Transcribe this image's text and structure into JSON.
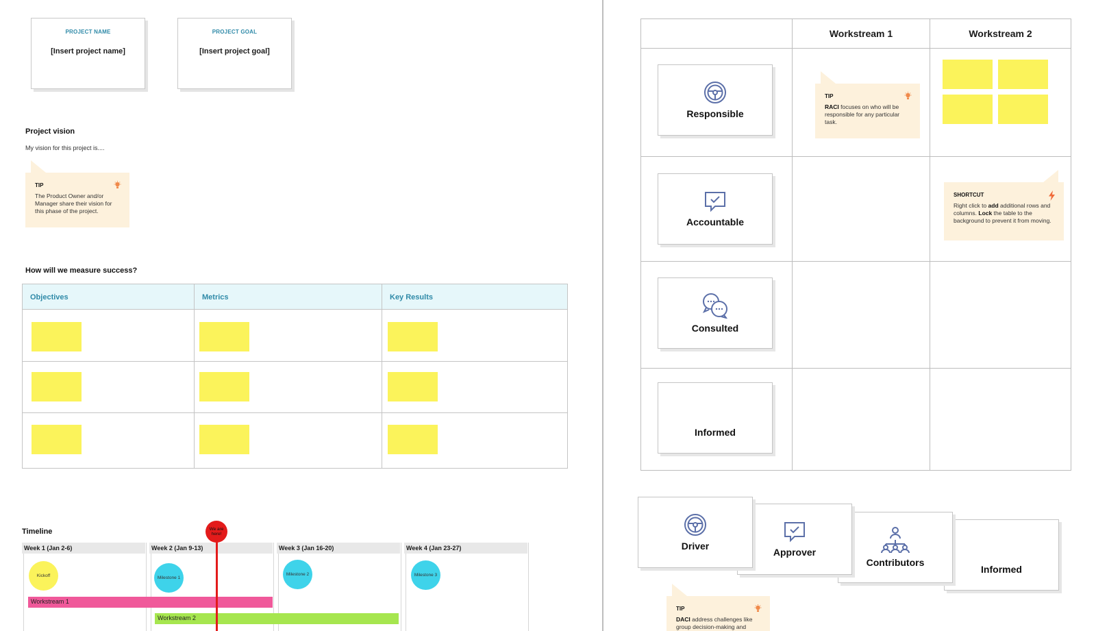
{
  "project": {
    "name_label": "PROJECT NAME",
    "name_value": "[Insert project name]",
    "goal_label": "PROJECT GOAL",
    "goal_value": "[Insert project goal]"
  },
  "vision": {
    "heading": "Project vision",
    "text": "My vision for this project is....",
    "tip_title": "TIP",
    "tip_body": "The Product Owner and/or Manager share their vision for this phase of the project."
  },
  "success": {
    "heading": "How will we measure success?",
    "columns": [
      "Objectives",
      "Metrics",
      "Key Results"
    ]
  },
  "timeline": {
    "heading": "Timeline",
    "weeks": [
      "Week 1 (Jan 2-6)",
      "Week 2 (Jan 9-13)",
      "Week 3 (Jan 16-20)",
      "Week 4 (Jan 23-27)"
    ],
    "marker": "We are here!",
    "milestones": [
      "Kickoff",
      "Milestone 1",
      "Milestone 2",
      "Milestone 3"
    ],
    "workstreams": [
      "Workstream 1",
      "Workstream 2"
    ]
  },
  "raci": {
    "columns": [
      "Workstream 1",
      "Workstream 2"
    ],
    "roles": [
      "Responsible",
      "Accountable",
      "Consulted",
      "Informed"
    ],
    "tip_title": "TIP",
    "tip_bold": "RACI",
    "tip_body": " focuses on who will be responsible for any particular task.",
    "shortcut_title": "SHORTCUT",
    "shortcut_p1": "Right click to ",
    "shortcut_b1": "add",
    "shortcut_p2": " additional rows and columns. ",
    "shortcut_b2": "Lock",
    "shortcut_p3": " the table to the background to prevent it from moving."
  },
  "daci": {
    "roles": [
      "Driver",
      "Approver",
      "Contributors",
      "Informed"
    ],
    "tip_title": "TIP",
    "tip_bold": "DACI",
    "tip_body": " address challenges like group decision-making and management of cross-"
  },
  "colors": {
    "accent": "#2f8aa8",
    "sticky": "#fbf35b",
    "tip_bg": "#fdf1dc",
    "marker": "#e31b1b",
    "workstream1": "#f0599a",
    "workstream2": "#a6e64f",
    "milestone_yellow": "#fbf35b",
    "milestone_cyan": "#3ed3ea"
  },
  "icons": [
    "lightbulb-icon",
    "lightning-icon",
    "steering-wheel-icon",
    "chat-check-icon",
    "chat-bubbles-icon",
    "org-chart-icon"
  ]
}
